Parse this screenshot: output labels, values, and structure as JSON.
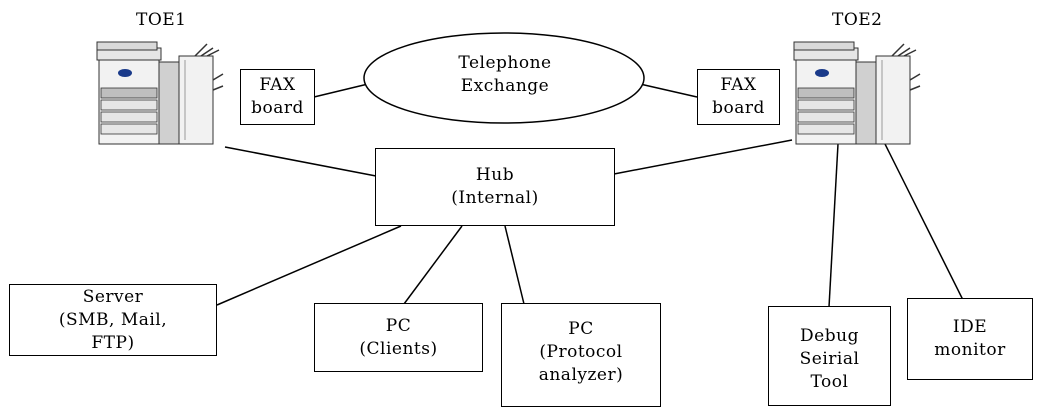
{
  "toe1": {
    "label": "TOE1",
    "fax_board": [
      "FAX",
      "board"
    ]
  },
  "toe2": {
    "label": "TOE2",
    "fax_board": [
      "FAX",
      "board"
    ]
  },
  "telephone_exchange": [
    "Telephone",
    "Exchange"
  ],
  "hub": [
    "Hub",
    "(Internal)"
  ],
  "server": [
    "Server",
    "(SMB, Mail,",
    "FTP)"
  ],
  "pc_clients": [
    "PC",
    "(Clients)"
  ],
  "pc_analyzer": [
    "PC",
    "(Protocol",
    "analyzer)"
  ],
  "debug_tool": [
    "Debug",
    "Seirial",
    "Tool"
  ],
  "ide_monitor": [
    "IDE",
    "monitor"
  ],
  "colors": {
    "line": "#000000",
    "printer_body": "#f2f2f2",
    "printer_shade": "#bfbfbf",
    "printer_dark": "#333333",
    "logo_blue": "#1a3a8a"
  }
}
